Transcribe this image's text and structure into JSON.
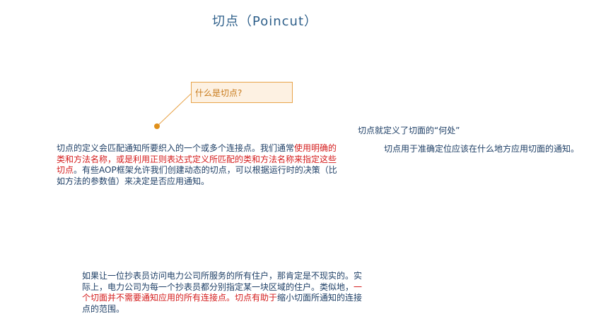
{
  "title": "切点（Poincut）",
  "callout": {
    "label": "什么是切点?"
  },
  "paragraph_1": {
    "part_1": "切点的定义会匹配通知所要织入的一个或多个连接点。我们通常",
    "part_2_highlight": "使用明确的类和方法名称，或是利用正则表达式定义所匹配的类和方法名称来指定这些切点",
    "part_3": "。有些AOP框架允许我们创建动态的切点，可以根据运行时的决策（比如方法的参数值）来决定是否应用通知。"
  },
  "side": {
    "heading": "切点就定义了切面的“何处”",
    "note": "切点用于准确定位应该在什么地方应用切面的通知。"
  },
  "paragraph_2": {
    "part_1": "如果让一位抄表员访问电力公司所服务的所有住户，那肯定是不现实的。实际上，电力公司为每一个抄表员都分别指定某一块区域的住户。类似地，",
    "part_2_highlight": "一个切面并不需要通知应用的所有连接点。切点有助于",
    "part_3": "缩小切面所通知的连接点的范围。"
  },
  "colors": {
    "title": "#2e5f8a",
    "body_text": "#1e3f66",
    "highlight": "#d41c1c",
    "callout_fill": "#fdf1e2",
    "callout_border": "#e8a44a",
    "connector": "#e8a44a"
  }
}
